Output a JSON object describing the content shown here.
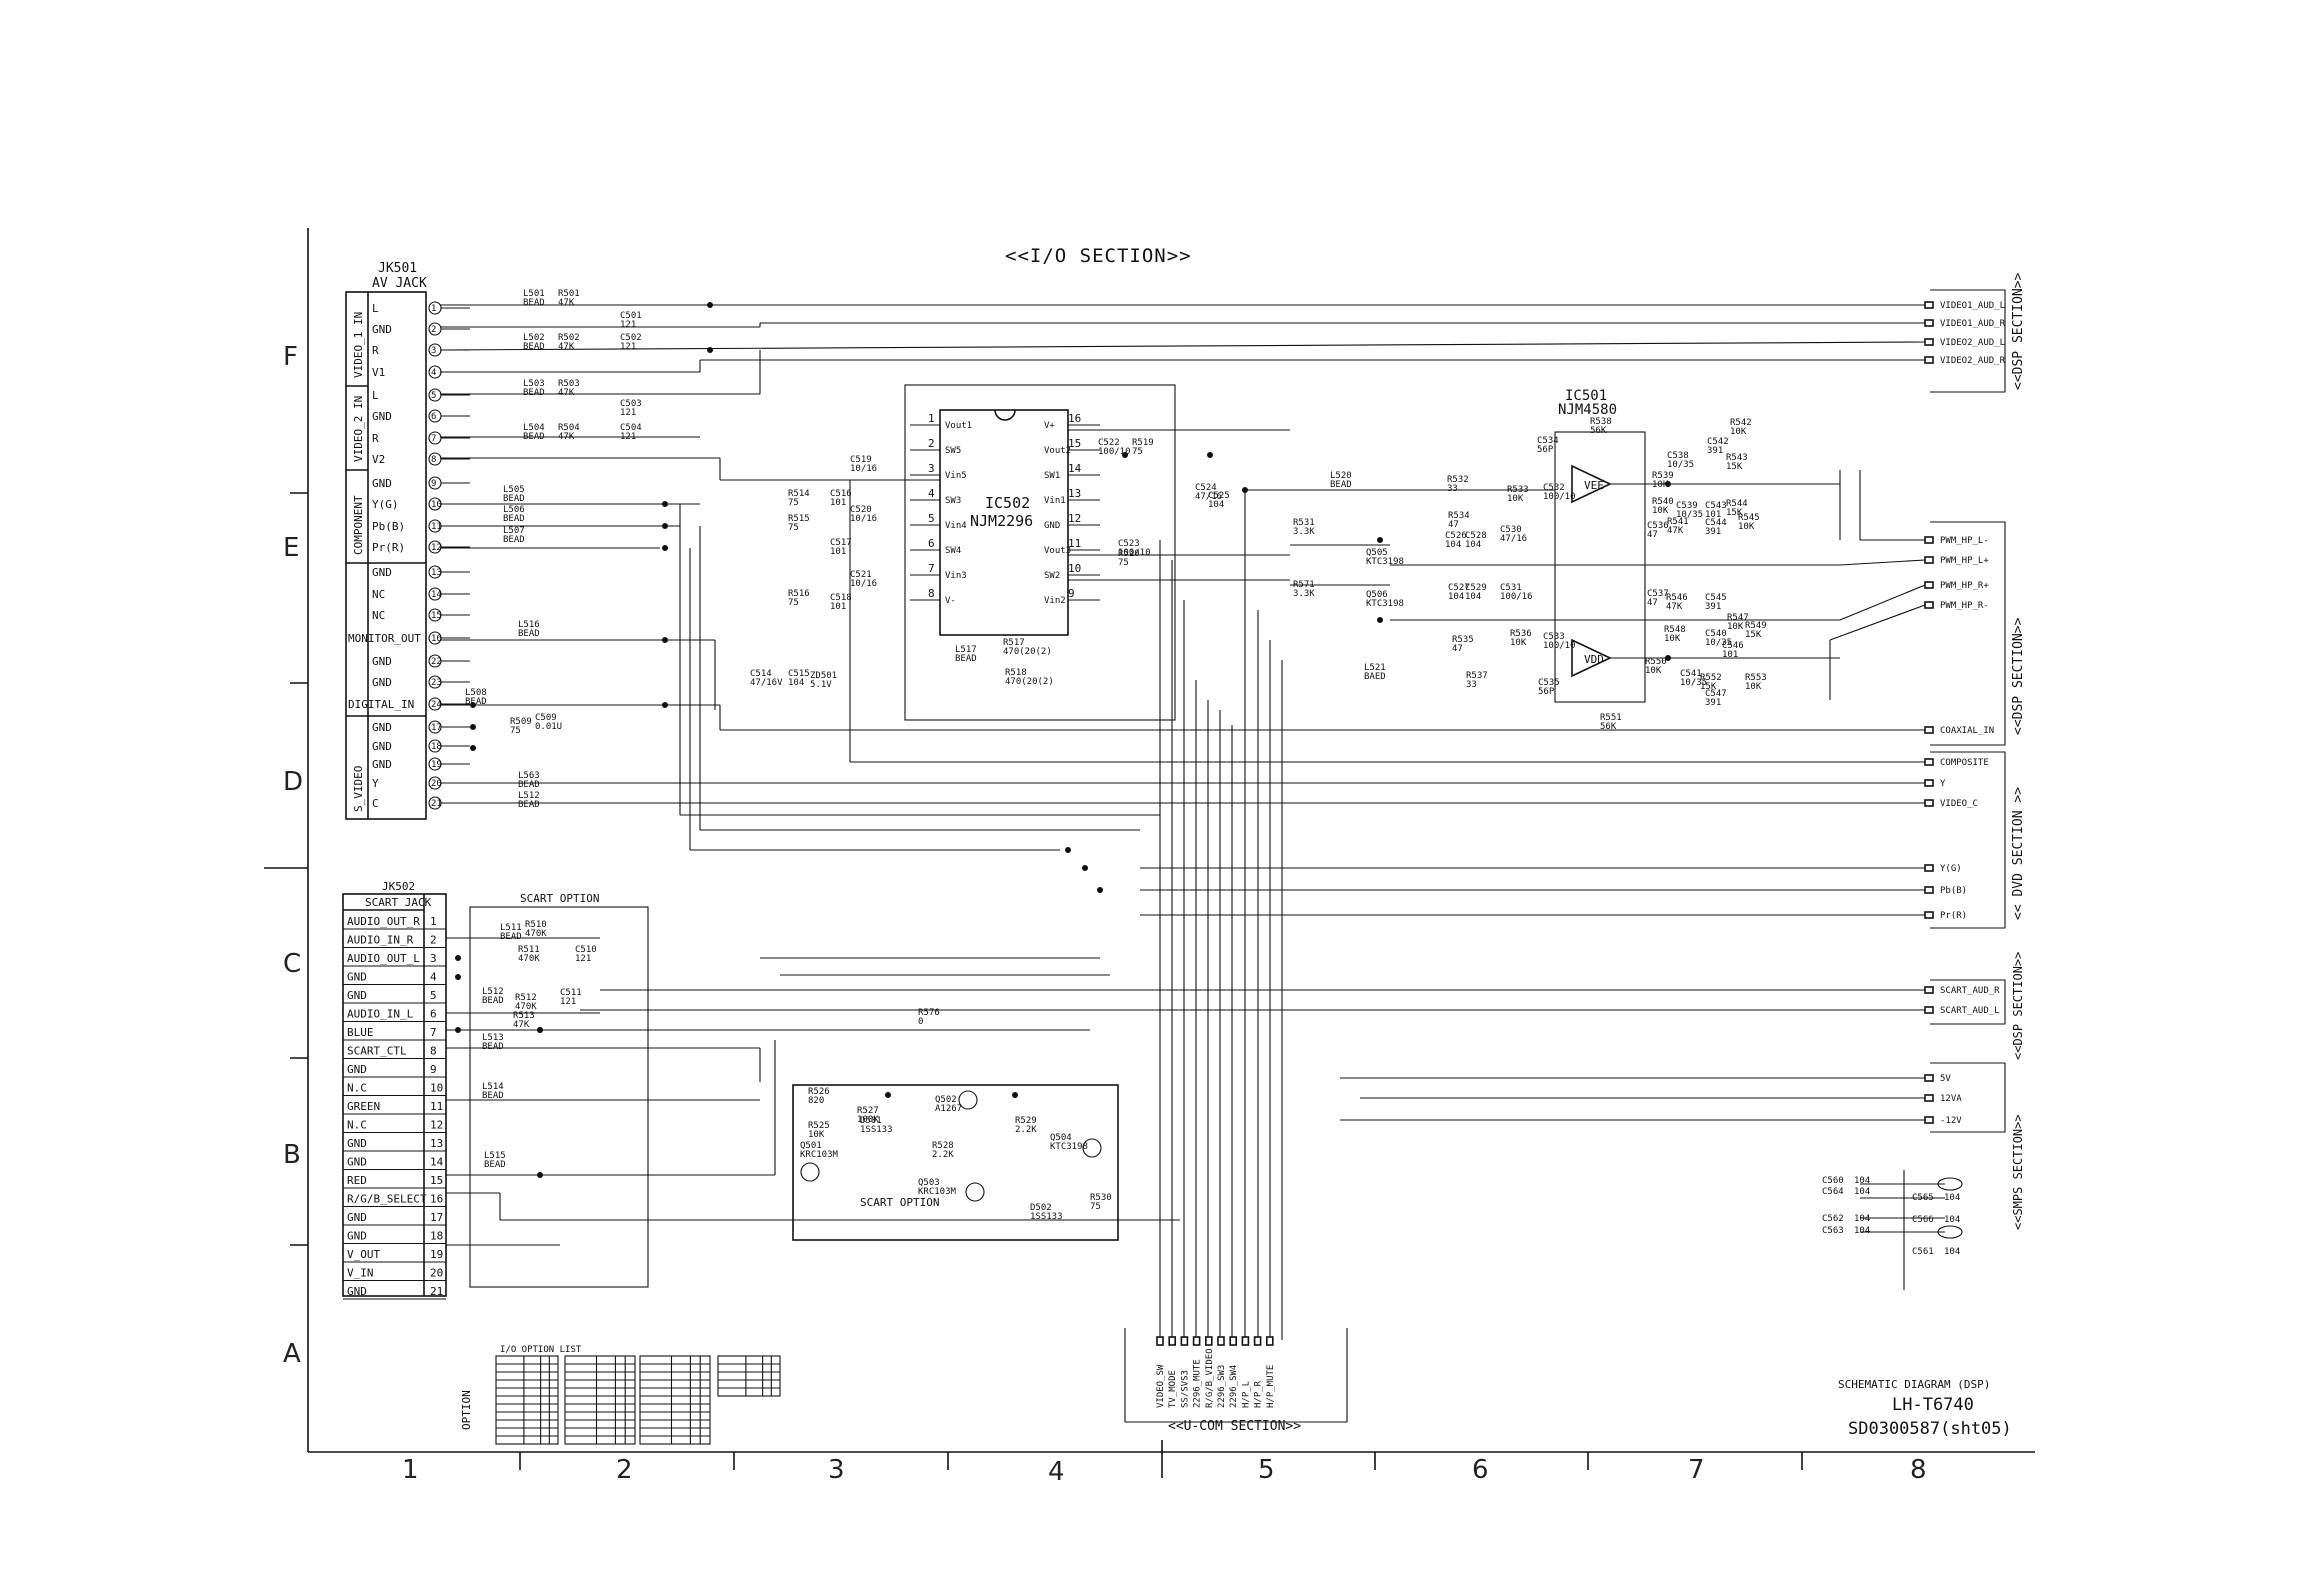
{
  "title": "<<I/O SECTION>>",
  "grid": {
    "rows": [
      "F",
      "E",
      "D",
      "C",
      "B",
      "A"
    ],
    "cols": [
      "1",
      "2",
      "3",
      "4",
      "5",
      "6",
      "7",
      "8"
    ]
  },
  "jk501": {
    "ref": "JK501",
    "name": "AV JACK",
    "groups": [
      "VIDEO_1 IN",
      "VIDEO_2 IN",
      "COMPONENT",
      "S_VIDEO"
    ],
    "pins": [
      {
        "n": "1",
        "label": "L"
      },
      {
        "n": "2",
        "label": "GND"
      },
      {
        "n": "3",
        "label": "R"
      },
      {
        "n": "4",
        "label": "V1"
      },
      {
        "n": "5",
        "label": "L"
      },
      {
        "n": "6",
        "label": "GND"
      },
      {
        "n": "7",
        "label": "R"
      },
      {
        "n": "8",
        "label": "V2"
      },
      {
        "n": "9",
        "label": "GND"
      },
      {
        "n": "10",
        "label": "Y(G)"
      },
      {
        "n": "11",
        "label": "Pb(B)"
      },
      {
        "n": "12",
        "label": "Pr(R)"
      },
      {
        "n": "13",
        "label": "GND"
      },
      {
        "n": "14",
        "label": "NC"
      },
      {
        "n": "15",
        "label": "NC"
      },
      {
        "n": "16",
        "label": "MONITOR_OUT"
      },
      {
        "n": "22",
        "label": "GND"
      },
      {
        "n": "23",
        "label": "GND"
      },
      {
        "n": "24",
        "label": "DIGITAL_IN"
      },
      {
        "n": "17",
        "label": "GND"
      },
      {
        "n": "18",
        "label": "GND"
      },
      {
        "n": "19",
        "label": "GND"
      },
      {
        "n": "20",
        "label": "Y"
      },
      {
        "n": "21",
        "label": "C"
      }
    ]
  },
  "jk502": {
    "ref": "JK502",
    "name": "SCART JACK",
    "option_label": "SCART OPTION",
    "pins": [
      {
        "n": "1",
        "label": "AUDIO_OUT_R"
      },
      {
        "n": "2",
        "label": "AUDIO_IN_R"
      },
      {
        "n": "3",
        "label": "AUDIO_OUT_L"
      },
      {
        "n": "4",
        "label": "GND"
      },
      {
        "n": "5",
        "label": "GND"
      },
      {
        "n": "6",
        "label": "AUDIO_IN_L"
      },
      {
        "n": "7",
        "label": "BLUE"
      },
      {
        "n": "8",
        "label": "SCART_CTL"
      },
      {
        "n": "9",
        "label": "GND"
      },
      {
        "n": "10",
        "label": "N.C"
      },
      {
        "n": "11",
        "label": "GREEN"
      },
      {
        "n": "12",
        "label": "N.C"
      },
      {
        "n": "13",
        "label": "GND"
      },
      {
        "n": "14",
        "label": "GND"
      },
      {
        "n": "15",
        "label": "RED"
      },
      {
        "n": "16",
        "label": "R/G/B_SELECT"
      },
      {
        "n": "17",
        "label": "GND"
      },
      {
        "n": "18",
        "label": "GND"
      },
      {
        "n": "19",
        "label": "V_OUT"
      },
      {
        "n": "20",
        "label": "V_IN"
      },
      {
        "n": "21",
        "label": "GND"
      }
    ]
  },
  "ic502": {
    "ref": "IC502",
    "part": "NJM2296",
    "left_pins": [
      {
        "n": "1",
        "label": "Vout1"
      },
      {
        "n": "2",
        "label": "SW5"
      },
      {
        "n": "3",
        "label": "Vin5"
      },
      {
        "n": "4",
        "label": "SW3"
      },
      {
        "n": "5",
        "label": "Vin4"
      },
      {
        "n": "6",
        "label": "SW4"
      },
      {
        "n": "7",
        "label": "Vin3"
      },
      {
        "n": "8",
        "label": "V-"
      }
    ],
    "right_pins": [
      {
        "n": "16",
        "label": "V+"
      },
      {
        "n": "15",
        "label": "Vout2"
      },
      {
        "n": "14",
        "label": "SW1"
      },
      {
        "n": "13",
        "label": "Vin1"
      },
      {
        "n": "12",
        "label": "GND"
      },
      {
        "n": "11",
        "label": "Vout3"
      },
      {
        "n": "10",
        "label": "SW2"
      },
      {
        "n": "9",
        "label": "Vin2"
      }
    ]
  },
  "ic501": {
    "ref": "IC501",
    "part": "NJM4580",
    "opamps": [
      "VEE",
      "VDD"
    ]
  },
  "outputs": {
    "dsp1": {
      "section": "<<DSP SECTION>>",
      "signals": [
        "VIDEO1_AUD_L",
        "VIDEO1_AUD_R",
        "VIDEO2_AUD_L",
        "VIDEO2_AUD_R"
      ]
    },
    "dsp2": {
      "section": "<<DSP SECTION>>",
      "signals": [
        "PWM_HP_L-",
        "PWM_HP_L+",
        "PWM_HP_R+",
        "PWM_HP_R-",
        "COAXIAL_IN"
      ]
    },
    "dvd": {
      "section": "<< DVD SECTION >>",
      "signals": [
        "COMPOSITE",
        "Y",
        "VIDEO_C",
        "Y(G)",
        "Pb(B)",
        "Pr(R)"
      ]
    },
    "dsp3": {
      "section": "<<DSP SECTION>>",
      "signals": [
        "SCART_AUD_R",
        "SCART_AUD_L"
      ]
    },
    "smps": {
      "section": "<<SMPS SECTION>>",
      "signals": [
        "5V",
        "12VA",
        "-12V"
      ]
    }
  },
  "ucom": {
    "section": "<<U-COM SECTION>>",
    "signals": [
      "VIDEO_SW",
      "TV_MODE",
      "SS/SVS3",
      "2296_MUTE",
      "R/G/B_VIDEO",
      "2296_SW3",
      "2296_SW4",
      "H/P_L",
      "H/P_R",
      "H/P_MUTE"
    ]
  },
  "scart_option_box": "SCART OPTION",
  "io_option_list_title": "I/O OPTION LIST",
  "side_label": "OPTION",
  "components": [
    {
      "ref": "L501",
      "val": "BEAD"
    },
    {
      "ref": "R501",
      "val": "47K"
    },
    {
      "ref": "C501",
      "val": "121"
    },
    {
      "ref": "L502",
      "val": "BEAD"
    },
    {
      "ref": "R502",
      "val": "47K"
    },
    {
      "ref": "C502",
      "val": "121"
    },
    {
      "ref": "L503",
      "val": "BEAD"
    },
    {
      "ref": "R503",
      "val": "47K"
    },
    {
      "ref": "C503",
      "val": "121"
    },
    {
      "ref": "L504",
      "val": "BEAD"
    },
    {
      "ref": "R504",
      "val": "47K"
    },
    {
      "ref": "C504",
      "val": "121"
    },
    {
      "ref": "L505",
      "val": "BEAD"
    },
    {
      "ref": "L506",
      "val": "BEAD"
    },
    {
      "ref": "L507",
      "val": "BEAD"
    },
    {
      "ref": "L516",
      "val": "BEAD"
    },
    {
      "ref": "L508",
      "val": "BEAD"
    },
    {
      "ref": "R509",
      "val": "75"
    },
    {
      "ref": "C509",
      "val": "0.01U"
    },
    {
      "ref": "L563",
      "val": "BEAD"
    },
    {
      "ref": "L512",
      "val": "BEAD"
    },
    {
      "ref": "C519",
      "val": "10/16"
    },
    {
      "ref": "R514",
      "val": "75"
    },
    {
      "ref": "C516",
      "val": "101"
    },
    {
      "ref": "C520",
      "val": "10/16"
    },
    {
      "ref": "R515",
      "val": "75"
    },
    {
      "ref": "C517",
      "val": "101"
    },
    {
      "ref": "C521",
      "val": "10/16"
    },
    {
      "ref": "R516",
      "val": "75"
    },
    {
      "ref": "C518",
      "val": "101"
    },
    {
      "ref": "C522",
      "val": "100/10"
    },
    {
      "ref": "R519",
      "val": "75"
    },
    {
      "ref": "C523",
      "val": "100/10"
    },
    {
      "ref": "R520",
      "val": "75"
    },
    {
      "ref": "L517",
      "val": "BEAD"
    },
    {
      "ref": "R517",
      "val": "470(20(2)"
    },
    {
      "ref": "R518",
      "val": "470(20(2)"
    },
    {
      "ref": "C514",
      "val": "47/16V"
    },
    {
      "ref": "C515",
      "val": "104"
    },
    {
      "ref": "ZD501",
      "val": "5.1V"
    },
    {
      "ref": "C524",
      "val": "47/16"
    },
    {
      "ref": "C525",
      "val": "104"
    },
    {
      "ref": "L520",
      "val": "BEAD"
    },
    {
      "ref": "L521",
      "val": "BAED"
    },
    {
      "ref": "R531",
      "val": "3.3K"
    },
    {
      "ref": "R571",
      "val": "3.3K"
    },
    {
      "ref": "Q505",
      "val": "KTC3198"
    },
    {
      "ref": "Q506",
      "val": "KTC3198"
    },
    {
      "ref": "R532",
      "val": "33"
    },
    {
      "ref": "R533",
      "val": "10K"
    },
    {
      "ref": "C532",
      "val": "100/10"
    },
    {
      "ref": "R534",
      "val": "47"
    },
    {
      "ref": "C526",
      "val": "104"
    },
    {
      "ref": "C528",
      "val": "104"
    },
    {
      "ref": "C530",
      "val": "47/16"
    },
    {
      "ref": "C527",
      "val": "104"
    },
    {
      "ref": "C529",
      "val": "104"
    },
    {
      "ref": "C531",
      "val": "100/16"
    },
    {
      "ref": "R535",
      "val": "47"
    },
    {
      "ref": "R536",
      "val": "10K"
    },
    {
      "ref": "C533",
      "val": "100/10"
    },
    {
      "ref": "R537",
      "val": "33"
    },
    {
      "ref": "C534",
      "val": "56P"
    },
    {
      "ref": "R538",
      "val": "56K"
    },
    {
      "ref": "C535",
      "val": "56P"
    },
    {
      "ref": "R551",
      "val": "56K"
    },
    {
      "ref": "C536",
      "val": "47"
    },
    {
      "ref": "C537",
      "val": "47"
    },
    {
      "ref": "R539",
      "val": "10K"
    },
    {
      "ref": "R540",
      "val": "10K"
    },
    {
      "ref": "R541",
      "val": "47K"
    },
    {
      "ref": "R542",
      "val": "10K"
    },
    {
      "ref": "C542",
      "val": "391"
    },
    {
      "ref": "R543",
      "val": "15K"
    },
    {
      "ref": "C538",
      "val": "10/35"
    },
    {
      "ref": "C539",
      "val": "10/35"
    },
    {
      "ref": "C543",
      "val": "101"
    },
    {
      "ref": "C544",
      "val": "391"
    },
    {
      "ref": "R544",
      "val": "15K"
    },
    {
      "ref": "R545",
      "val": "10K"
    },
    {
      "ref": "R546",
      "val": "47K"
    },
    {
      "ref": "C545",
      "val": "391"
    },
    {
      "ref": "R547",
      "val": "10K"
    },
    {
      "ref": "R548",
      "val": "10K"
    },
    {
      "ref": "C540",
      "val": "10/35"
    },
    {
      "ref": "C546",
      "val": "101"
    },
    {
      "ref": "R549",
      "val": "15K"
    },
    {
      "ref": "R550",
      "val": "10K"
    },
    {
      "ref": "C541",
      "val": "10/35"
    },
    {
      "ref": "R552",
      "val": "15K"
    },
    {
      "ref": "C547",
      "val": "391"
    },
    {
      "ref": "R553",
      "val": "10K"
    },
    {
      "ref": "R510",
      "val": "470K"
    },
    {
      "ref": "L511",
      "val": "BEAD"
    },
    {
      "ref": "R511",
      "val": "470K"
    },
    {
      "ref": "C510",
      "val": "121"
    },
    {
      "ref": "L512",
      "val": "BEAD"
    },
    {
      "ref": "R512",
      "val": "470K"
    },
    {
      "ref": "R513",
      "val": "47K"
    },
    {
      "ref": "C511",
      "val": "121"
    },
    {
      "ref": "L513",
      "val": "BEAD"
    },
    {
      "ref": "L514",
      "val": "BEAD"
    },
    {
      "ref": "L515",
      "val": "BEAD"
    },
    {
      "ref": "R576",
      "val": "0"
    },
    {
      "ref": "R526",
      "val": "820"
    },
    {
      "ref": "R525",
      "val": "10K"
    },
    {
      "ref": "R527",
      "val": "100K"
    },
    {
      "ref": "D501",
      "val": "1SS133"
    },
    {
      "ref": "Q502",
      "val": "A1267"
    },
    {
      "ref": "R529",
      "val": "2.2K"
    },
    {
      "ref": "R528",
      "val": "2.2K"
    },
    {
      "ref": "Q501",
      "val": "KRC103M"
    },
    {
      "ref": "Q503",
      "val": "KRC103M"
    },
    {
      "ref": "D502",
      "val": "1SS133"
    },
    {
      "ref": "Q504",
      "val": "KTC3198"
    },
    {
      "ref": "R530",
      "val": "75"
    }
  ],
  "decoupling": [
    {
      "ref": "C560",
      "val": "104"
    },
    {
      "ref": "C564",
      "val": "104"
    },
    {
      "ref": "C565",
      "val": "104"
    },
    {
      "ref": "C562",
      "val": "104"
    },
    {
      "ref": "C563",
      "val": "104"
    },
    {
      "ref": "C566",
      "val": "104"
    },
    {
      "ref": "C561",
      "val": "104"
    }
  ],
  "footer": {
    "caption": "SCHEMATIC DIAGRAM (DSP)",
    "model": "LH-T6740",
    "doc_id": "SD0300587(sht05)"
  }
}
